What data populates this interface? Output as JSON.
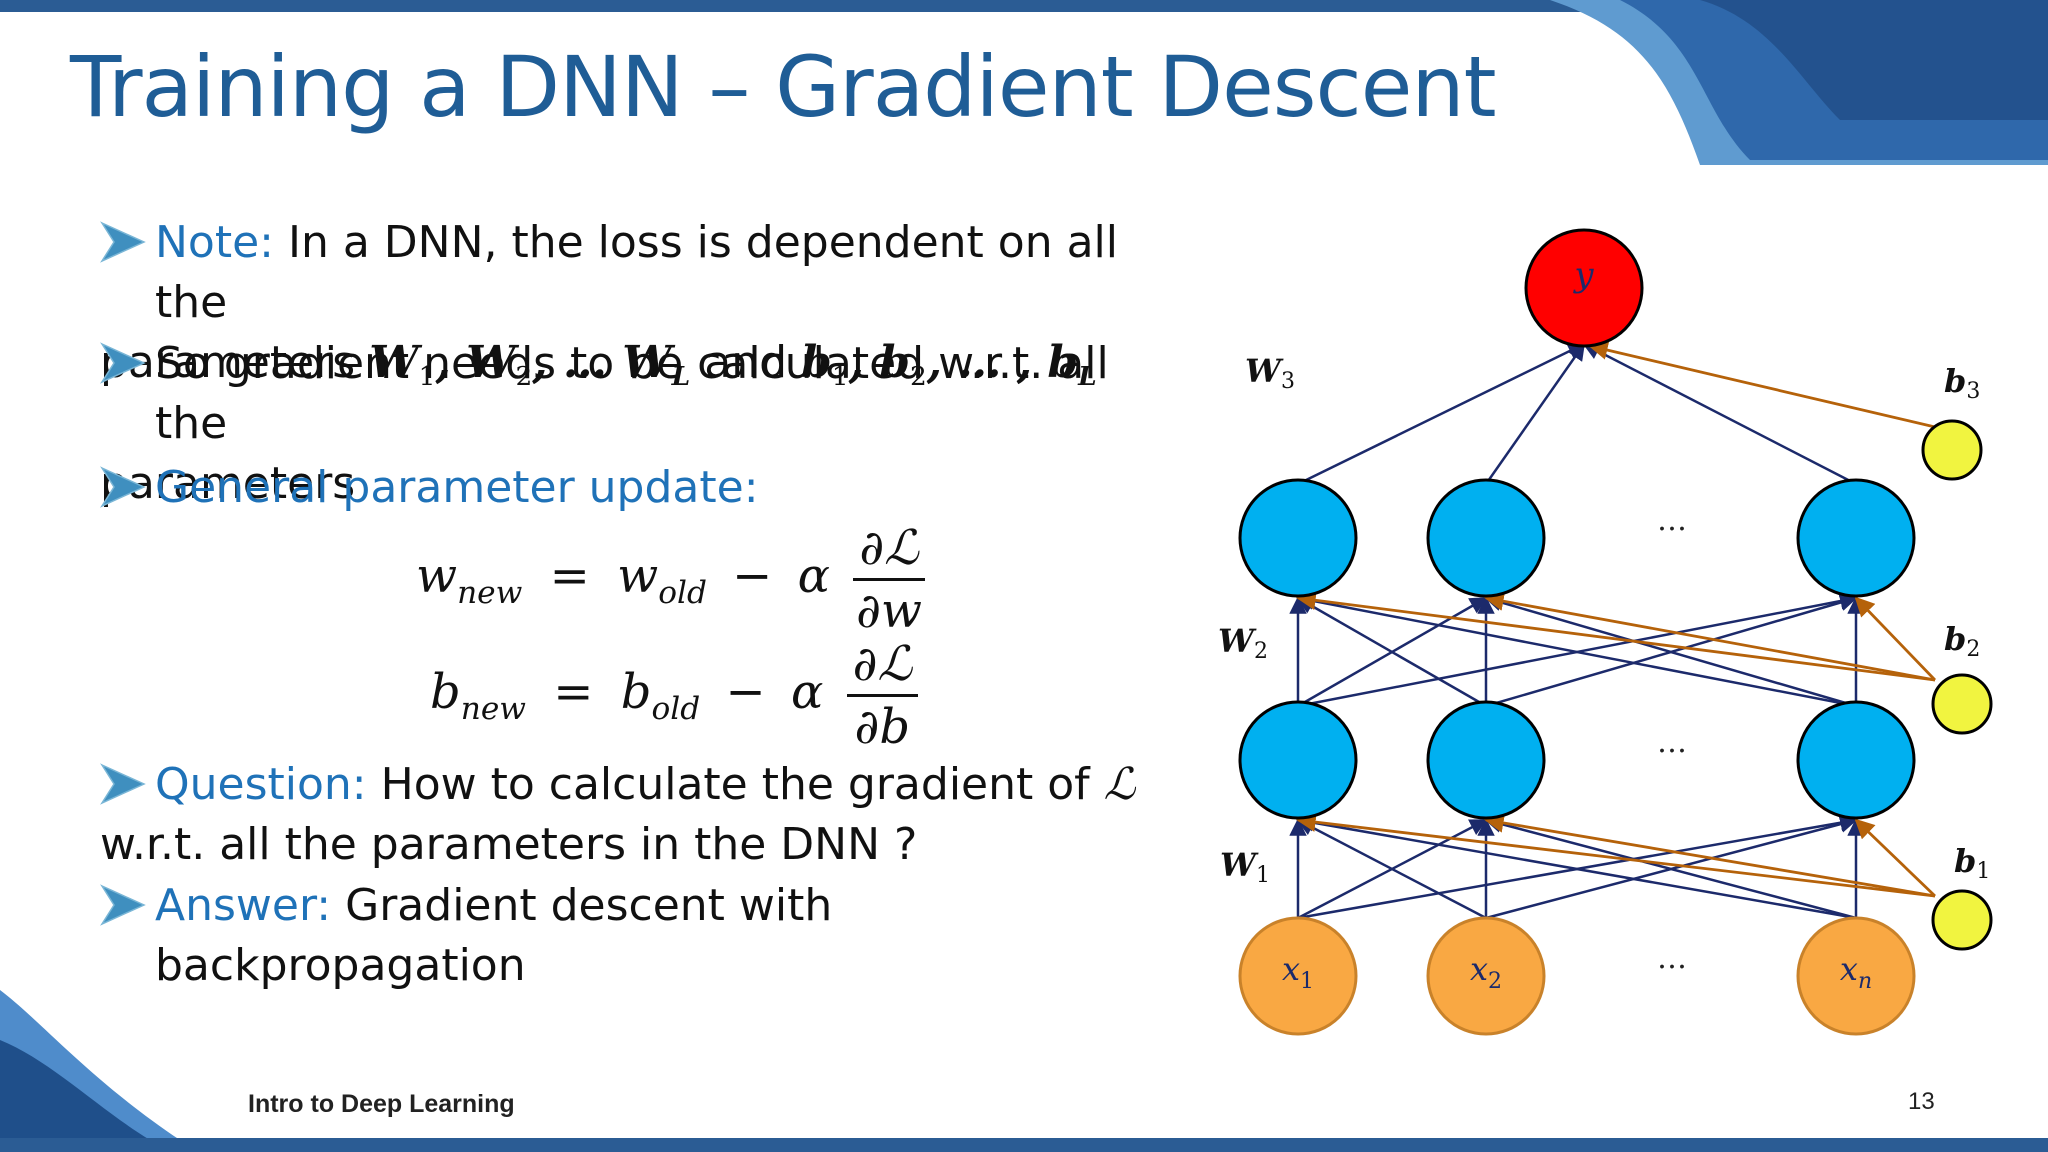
{
  "slide": {
    "title": "Training a DNN – Gradient Descent",
    "footer": "Intro to Deep Learning",
    "page_number": "13"
  },
  "bullets": {
    "note_label": "Note:",
    "note_text": "In a DNN, the loss is dependent on all the",
    "note_params_prefix": "parameters",
    "note_and": "and",
    "gradient_text": "So gradient needs to be calculated w.r.t. all the",
    "gradient_cont": "parameters",
    "update_label": "General parameter update:",
    "question_label": "Question:",
    "question_text": "How to calculate the gradient of",
    "question_cont": "w.r.t. all the parameters in the DNN ?",
    "answer_label": "Answer:",
    "answer_text": "Gradient descent with backpropagation"
  },
  "equations": {
    "w_lhs": "w",
    "w_lhs_sub": "new",
    "w_rhs": "w",
    "w_rhs_sub": "old",
    "b_lhs": "b",
    "b_lhs_sub": "new",
    "b_rhs": "b",
    "b_rhs_sub": "old",
    "alpha": "α",
    "partial_loss": "∂ℒ",
    "partial_w": "∂w",
    "partial_b": "∂b",
    "loss_symbol": "ℒ"
  },
  "network": {
    "output_label": "y",
    "inputs": [
      {
        "label": "x",
        "sub": "1"
      },
      {
        "label": "x",
        "sub": "2"
      },
      {
        "label": "x",
        "sub": "n"
      }
    ],
    "ellipsis": "…",
    "weights": [
      {
        "label": "W",
        "sub": "1"
      },
      {
        "label": "W",
        "sub": "2"
      },
      {
        "label": "W",
        "sub": "3"
      }
    ],
    "biases": [
      {
        "label": "b",
        "sub": "1"
      },
      {
        "label": "b",
        "sub": "2"
      },
      {
        "label": "b",
        "sub": "3"
      }
    ],
    "colors": {
      "output": "#ff0000",
      "hidden": "#00b0f0",
      "input": "#f9a843",
      "bias": "#f1f440",
      "weight_edge": "#1c2a6b",
      "bias_edge": "#b5620a"
    }
  }
}
